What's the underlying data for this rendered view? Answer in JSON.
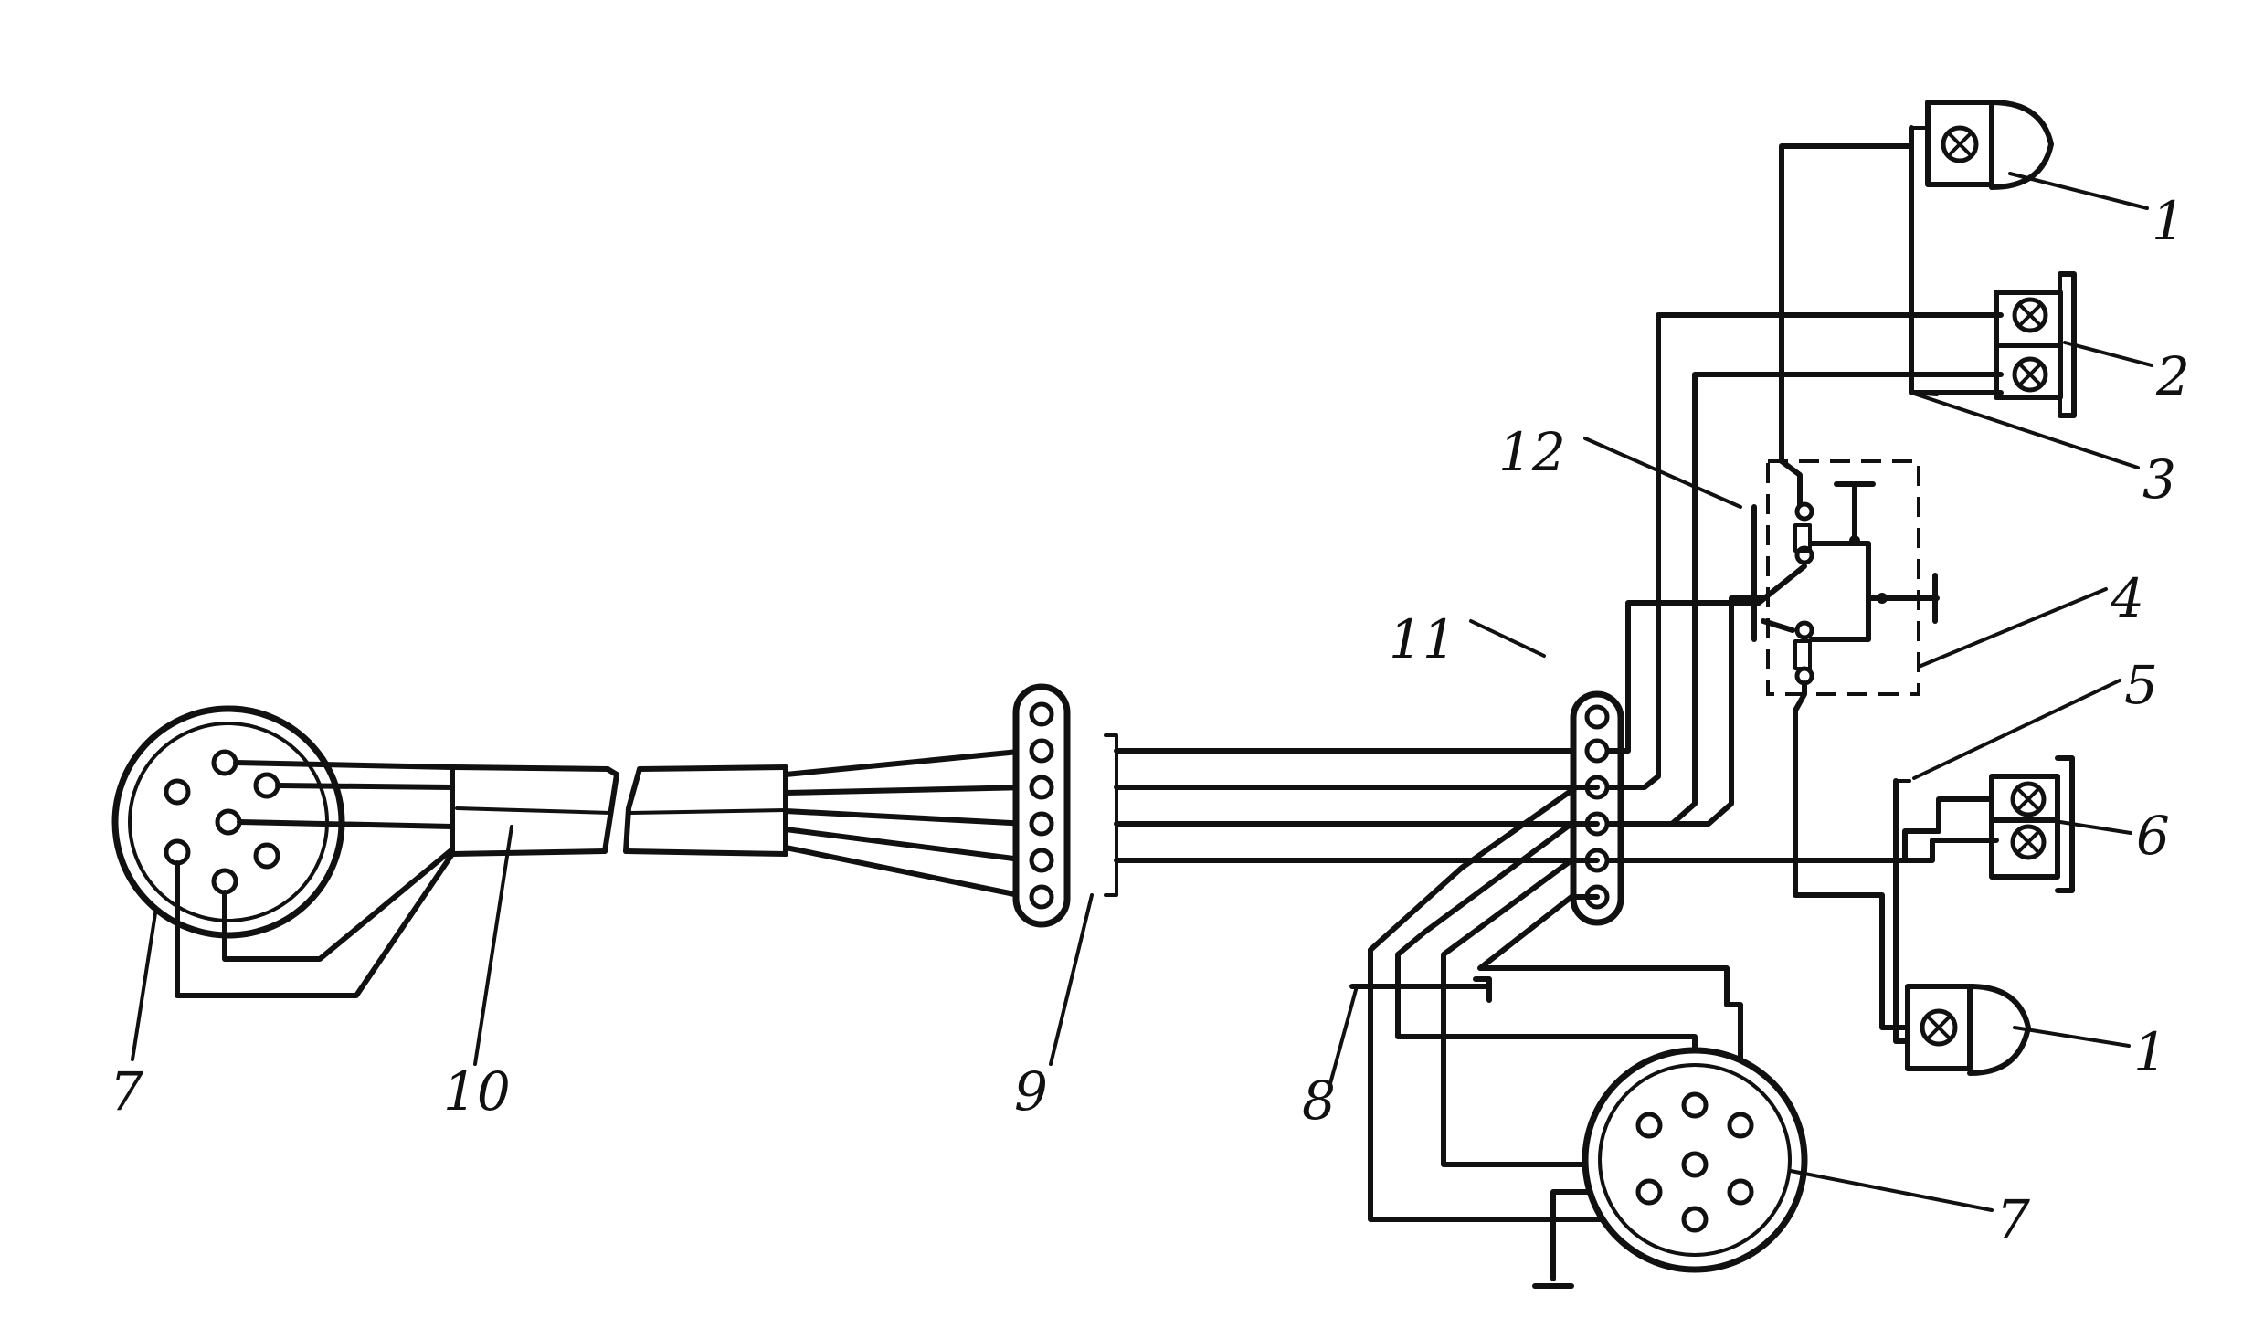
{
  "labels": {
    "lamp_upper": "1",
    "lamp_lower": "1",
    "lamp_pair_upper": "2",
    "wire_3": "3",
    "switch_block": "4",
    "wire_5": "5",
    "lamp_pair_lower": "6",
    "socket_left": "7",
    "socket_right": "7",
    "ground_lead": "8",
    "terminal_block_left": "9",
    "cable": "10",
    "terminal_block_right": "11",
    "switch_lead": "12"
  }
}
